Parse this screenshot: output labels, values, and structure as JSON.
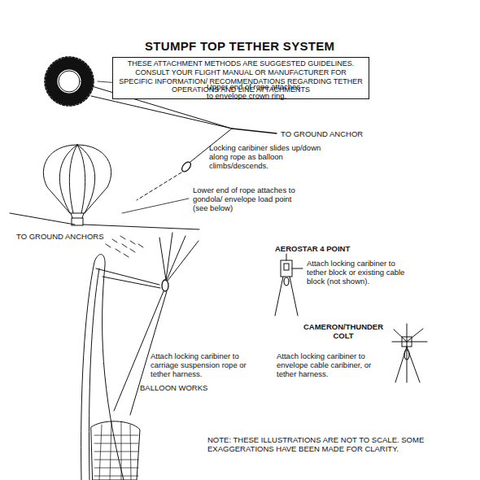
{
  "diagram": {
    "title": "STUMPF TOP TETHER SYSTEM",
    "nodes": [
      {
        "text": [
          "THESE ATTACHMENT METHODS ARE SUGGESTED GUIDELINES. CONSULT YOUR FLIGHT MANUAL OR MANUFACTURER FOR SPECIFIC INFORMATION/ RECOMMENDATIONS REGARDING TETHER OPERATIONS AND LINE ATTACHMENTS"
        ]
      }
    ],
    "labels": [
      "Upper end of rope attaches to envelope crown ring.",
      "TO GROUND ANCHOR",
      "Locking caribiner slides up/down along rope as balloon climbs/descends.",
      "Lower end of rope attaches to gondola/ envelope load point (see below)",
      "TO GROUND ANCHORS",
      "AEROSTAR 4 POINT",
      "Attach locking caribiner to tether block or existing cable block (not shown).",
      "CAMERON/THUNDER COLT",
      "Attach locking caribiner to envelope cable caribiner, or tether harness.",
      "Attach locking caribiner to carriage suspension rope or tether harness.",
      "BALLOON WORKS",
      "NOTE: THESE ILLUSTRATIONS ARE NOT TO SCALE. SOME EXAGGERATIONS HAVE BEEN MADE FOR CLARITY."
    ]
  }
}
